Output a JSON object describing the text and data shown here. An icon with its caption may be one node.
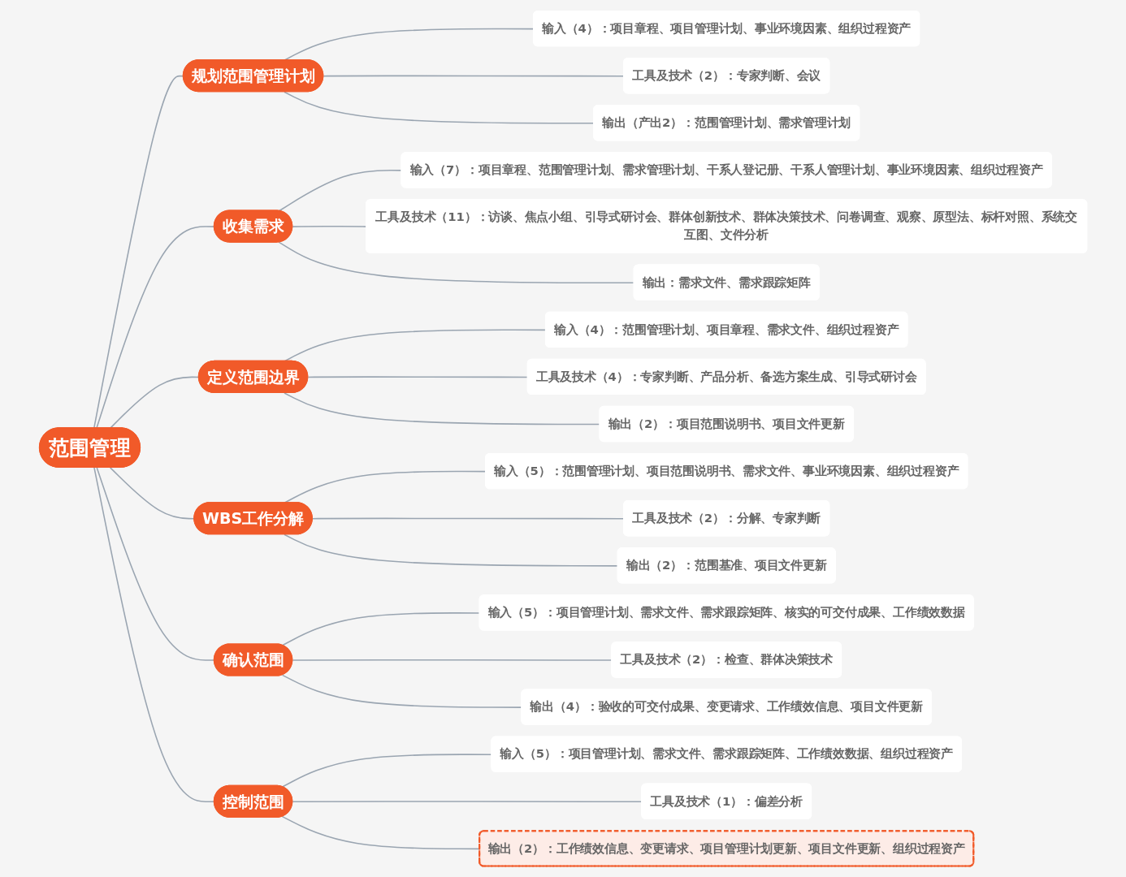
{
  "diagram": {
    "nodes": [
      {
        "text": [
          "范围管理"
        ]
      },
      {
        "text": [
          "规划范围管理计划"
        ]
      },
      {
        "text": [
          "输入（4）：项目章程、项目管理计划、事业环境因素、组织过程资产"
        ]
      },
      {
        "text": [
          "工具及技术（2）：专家判断、会议"
        ]
      },
      {
        "text": [
          "输出（产出2）：范围管理计划、需求管理计划"
        ]
      },
      {
        "text": [
          "收集需求"
        ]
      },
      {
        "text": [
          "输入（7）：项目章程、范围管理计划、需求管理计划、干系人登记册、干系人管理计划、事业环境因素、组织过程资产"
        ]
      },
      {
        "text": [
          "工具及技术（11）：访谈、焦点小组、引导式研讨会、群体创新技术、群体决策技术、问卷调查、观察、原型法、标杆对照、系统交互图、文件分析"
        ]
      },
      {
        "text": [
          "输出：需求文件、需求跟踪矩阵"
        ]
      },
      {
        "text": [
          "定义范围边界"
        ]
      },
      {
        "text": [
          "输入（4）：范围管理计划、项目章程、需求文件、组织过程资产"
        ]
      },
      {
        "text": [
          "工具及技术（4）：专家判断、产品分析、备选方案生成、引导式研讨会"
        ]
      },
      {
        "text": [
          "输出（2）：项目范围说明书、项目文件更新"
        ]
      },
      {
        "text": [
          "WBS工作分解"
        ]
      },
      {
        "text": [
          "输入（5）：范围管理计划、项目范围说明书、需求文件、事业环境因素、组织过程资产"
        ]
      },
      {
        "text": [
          "工具及技术（2）：分解、专家判断"
        ]
      },
      {
        "text": [
          "输出（2）：范围基准、项目文件更新"
        ]
      },
      {
        "text": [
          "确认范围"
        ]
      },
      {
        "text": [
          "输入（5）：项目管理计划、需求文件、需求跟踪矩阵、核实的可交付成果、工作绩效数据"
        ]
      },
      {
        "text": [
          "工具及技术（2）：检查、群体决策技术"
        ]
      },
      {
        "text": [
          "输出（4）：验收的可交付成果、变更请求、工作绩效信息、项目文件更新"
        ]
      },
      {
        "text": [
          "控制范围"
        ]
      },
      {
        "text": [
          "输入（5）：项目管理计划、需求文件、需求跟踪矩阵、工作绩效数据、组织过程资产"
        ]
      },
      {
        "text": [
          "工具及技术（1）：偏差分析"
        ]
      },
      {
        "text": [
          "输出（2）：工作绩效信息、变更请求、项目管理计划更新、项目文件更新、组织过程资产"
        ]
      }
    ],
    "edges": [
      {
        "from": 0,
        "to": 1,
        "arrow": "none"
      },
      {
        "from": 0,
        "to": 5,
        "arrow": "none"
      },
      {
        "from": 0,
        "to": 9,
        "arrow": "none"
      },
      {
        "from": 0,
        "to": 13,
        "arrow": "none"
      },
      {
        "from": 0,
        "to": 17,
        "arrow": "none"
      },
      {
        "from": 0,
        "to": 21,
        "arrow": "none"
      },
      {
        "from": 1,
        "to": 2,
        "arrow": "none"
      },
      {
        "from": 1,
        "to": 3,
        "arrow": "none"
      },
      {
        "from": 1,
        "to": 4,
        "arrow": "none"
      },
      {
        "from": 5,
        "to": 6,
        "arrow": "none"
      },
      {
        "from": 5,
        "to": 7,
        "arrow": "none"
      },
      {
        "from": 5,
        "to": 8,
        "arrow": "none"
      },
      {
        "from": 9,
        "to": 10,
        "arrow": "none"
      },
      {
        "from": 9,
        "to": 11,
        "arrow": "none"
      },
      {
        "from": 9,
        "to": 12,
        "arrow": "none"
      },
      {
        "from": 13,
        "to": 14,
        "arrow": "none"
      },
      {
        "from": 13,
        "to": 15,
        "arrow": "none"
      },
      {
        "from": 13,
        "to": 16,
        "arrow": "none"
      },
      {
        "from": 17,
        "to": 18,
        "arrow": "none"
      },
      {
        "from": 17,
        "to": 19,
        "arrow": "none"
      },
      {
        "from": 17,
        "to": 20,
        "arrow": "none"
      },
      {
        "from": 21,
        "to": 22,
        "arrow": "none"
      },
      {
        "from": 21,
        "to": 23,
        "arrow": "none"
      },
      {
        "from": 21,
        "to": 24,
        "arrow": "none"
      }
    ]
  }
}
